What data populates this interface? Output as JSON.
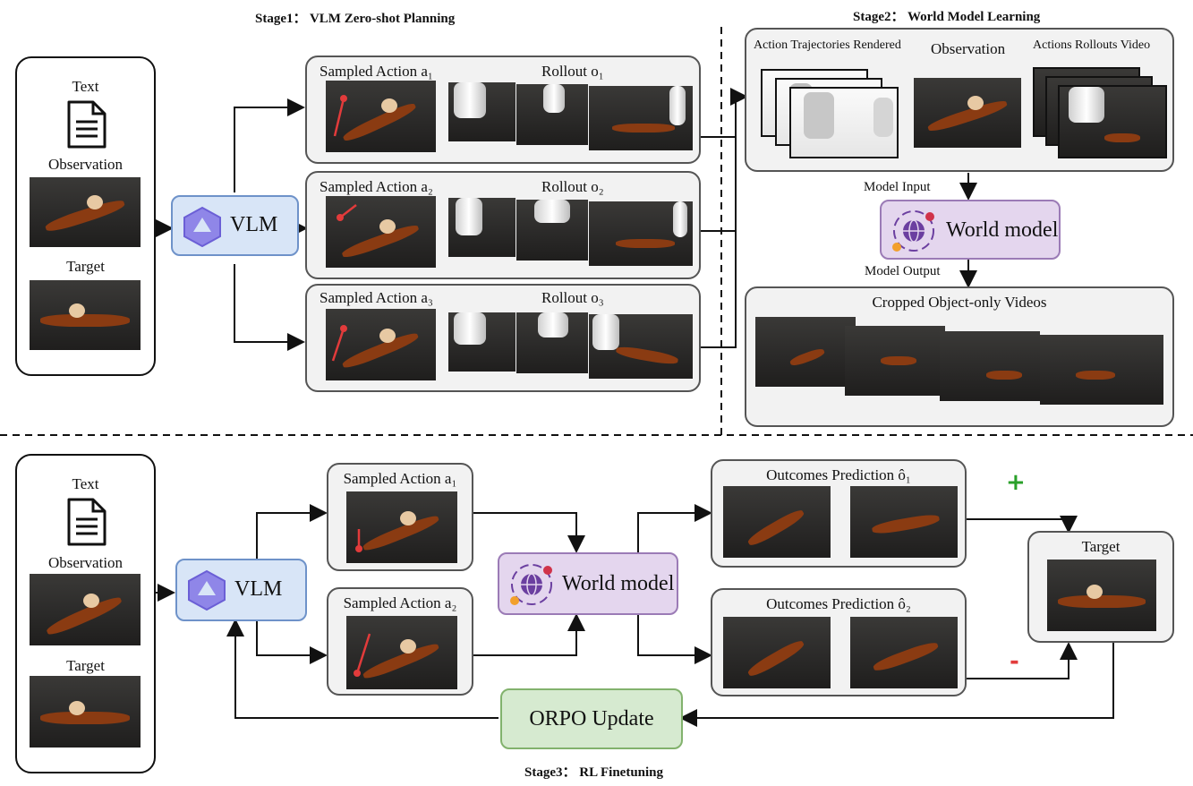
{
  "stages": {
    "stage1": "Stage1：  VLM Zero-shot Planning",
    "stage2": "Stage2：  World Model Learning",
    "stage3": "Stage3：  RL Finetuning"
  },
  "inputs": {
    "text": "Text",
    "observation": "Observation",
    "target": "Target"
  },
  "vlm_label": "VLM",
  "stage1_rows": [
    {
      "action": "Sampled Action a₁",
      "rollout": "Rollout o₁"
    },
    {
      "action": "Sampled Action a₂",
      "rollout": "Rollout o₂"
    },
    {
      "action": "Sampled Action a₃",
      "rollout": "Rollout o₃"
    }
  ],
  "stage2": {
    "traj_label": "Action Trajectories Rendered",
    "obs_label": "Observation",
    "video_label": "Actions Rollouts Video",
    "model_input": "Model Input",
    "model_output": "Model Output",
    "world_model": "World model",
    "cropped_label": "Cropped Object-only Videos"
  },
  "stage3": {
    "action1": "Sampled Action a₁",
    "action2": "Sampled Action a₂",
    "world_model": "World model",
    "pred1": "Outcomes Prediction ô₁",
    "pred2": "Outcomes Prediction ô₂",
    "target": "Target",
    "plus": "+",
    "minus": "-",
    "orpo": "ORPO Update"
  },
  "colors": {
    "vlm_fill": "#d8e5f7",
    "world_model_fill": "#e4d6ee",
    "orpo_fill": "#d6ead0",
    "plus": "#2aa02a",
    "minus": "#e23b3b",
    "action_arrow": "#e23b3b"
  },
  "icons": [
    "document-icon",
    "vlm-logo-icon",
    "globe-icon"
  ]
}
